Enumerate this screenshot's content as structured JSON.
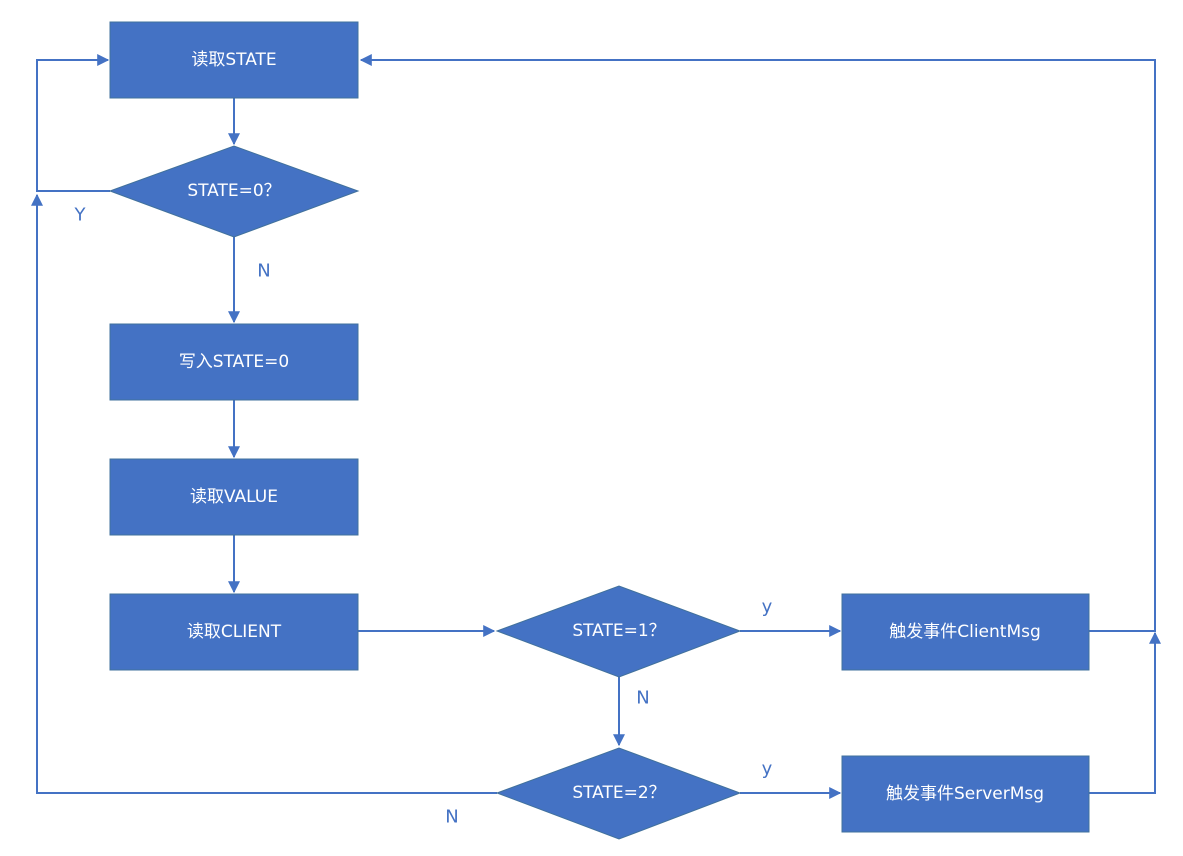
{
  "diagram": {
    "colors": {
      "shape_fill": "#4472c4",
      "line": "#4472c4",
      "text_on_shape": "#ffffff",
      "edge_label": "#4472c4"
    },
    "nodes": {
      "read_state": "读取STATE",
      "check_state0": "STATE=0？",
      "write_state0": "写入STATE=0",
      "read_value": "读取VALUE",
      "read_client": "读取CLIENT",
      "check_state1": "STATE=1？",
      "trigger_client": "触发事件ClientMsg",
      "check_state2": "STATE=2？",
      "trigger_server": "触发事件ServerMsg"
    },
    "edge_labels": {
      "state0_yes": "Y",
      "state0_no": "N",
      "state1_yes": "y",
      "state1_no": "N",
      "state2_yes": "y",
      "state2_no": "N"
    }
  }
}
